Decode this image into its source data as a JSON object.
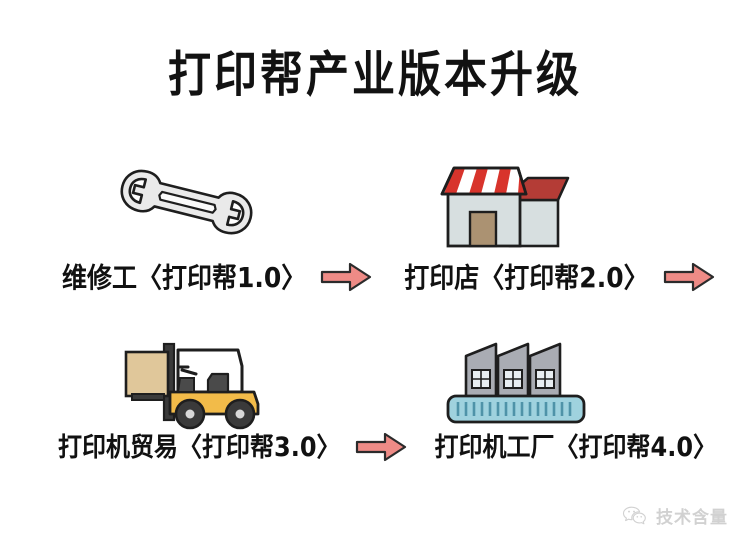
{
  "page": {
    "title": "打印帮产业版本升级",
    "background_color": "#ffffff"
  },
  "colors": {
    "text": "#111111",
    "arrow_fill": "#ee8b86",
    "arrow_stroke": "#2b2b2b",
    "wrench_fill": "#e9e9e9",
    "shop_wall": "#d7dfe0",
    "shop_roof": "#b43c36",
    "shop_awning_red": "#d8342c",
    "shop_door": "#ab9272",
    "forklift_body": "#f2bb49",
    "forklift_box": "#e0c79a",
    "factory_wall": "#a9acb3",
    "factory_base": "#9fd2de",
    "factory_base_stripe": "#4f93a8",
    "watermark_text": "#6b6b6b"
  },
  "steps": [
    {
      "id": "step-1",
      "icon": "wrench-icon",
      "label": "维修工〈打印帮1.0〉",
      "role": "维修工",
      "version": "打印帮1.0",
      "arrow_after": true
    },
    {
      "id": "step-2",
      "icon": "shop-icon",
      "label": "打印店〈打印帮2.0〉",
      "role": "打印店",
      "version": "打印帮2.0",
      "arrow_after": true
    },
    {
      "id": "step-3",
      "icon": "forklift-icon",
      "label": "打印机贸易〈打印帮3.0〉",
      "role": "打印机贸易",
      "version": "打印帮3.0",
      "arrow_after": true
    },
    {
      "id": "step-4",
      "icon": "factory-icon",
      "label": "打印机工厂〈打印帮4.0〉",
      "role": "打印机工厂",
      "version": "打印帮4.0",
      "arrow_after": false
    }
  ],
  "watermark": {
    "logo": "wechat-icon",
    "text": "技术含量"
  }
}
